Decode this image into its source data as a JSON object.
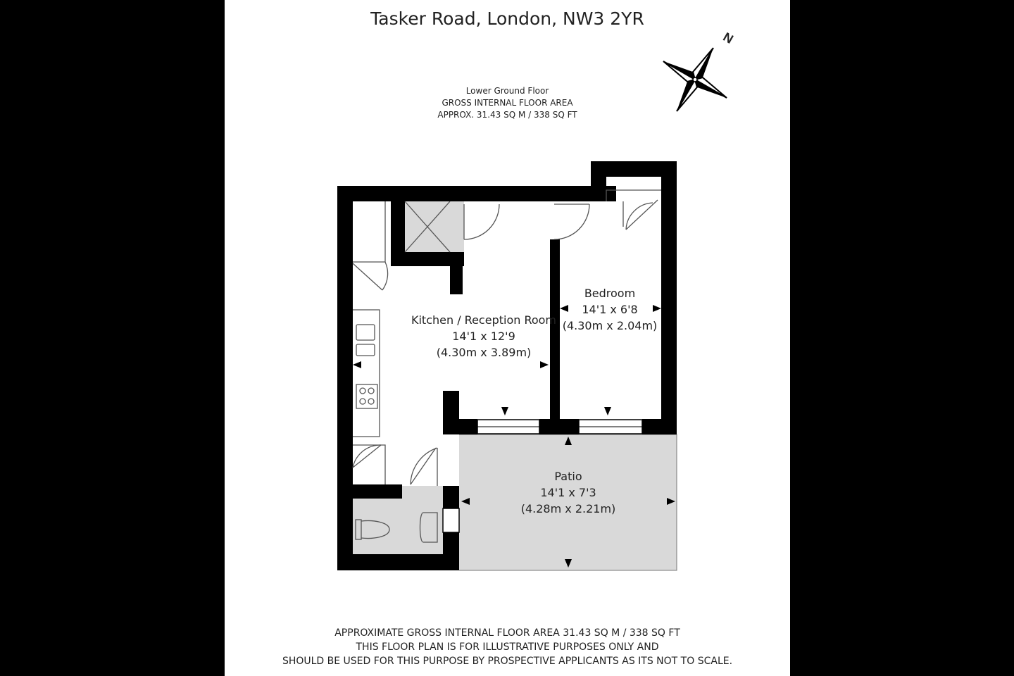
{
  "title": "Tasker Road, London, NW3 2YR",
  "compass": {
    "label": "N"
  },
  "floor_info": [
    "Lower Ground Floor",
    "GROSS INTERNAL FLOOR AREA",
    "APPROX. 31.43 SQ M / 338 SQ FT"
  ],
  "rooms": {
    "kitchen": {
      "name": "Kitchen / Reception Room",
      "imperial": "14'1 x 12'9",
      "metric": "(4.30m x 3.89m)"
    },
    "bedroom": {
      "name": "Bedroom",
      "imperial": "14'1 x 6'8",
      "metric": "(4.30m x 2.04m)"
    },
    "patio": {
      "name": "Patio",
      "imperial": "14'1 x 7'3",
      "metric": "(4.28m x 2.21m)"
    }
  },
  "footer": [
    "APPROXIMATE GROSS INTERNAL FLOOR AREA 31.43 SQ M / 338 SQ FT",
    "THIS FLOOR PLAN IS FOR ILLUSTRATIVE PURPOSES ONLY AND",
    "SHOULD BE USED FOR THIS PURPOSE BY PROSPECTIVE APPLICANTS AS ITS NOT TO SCALE."
  ],
  "colors": {
    "wall": "#000000",
    "floor_fill": "#d9d9d9",
    "background": "#ffffff",
    "margin": "#000000"
  }
}
